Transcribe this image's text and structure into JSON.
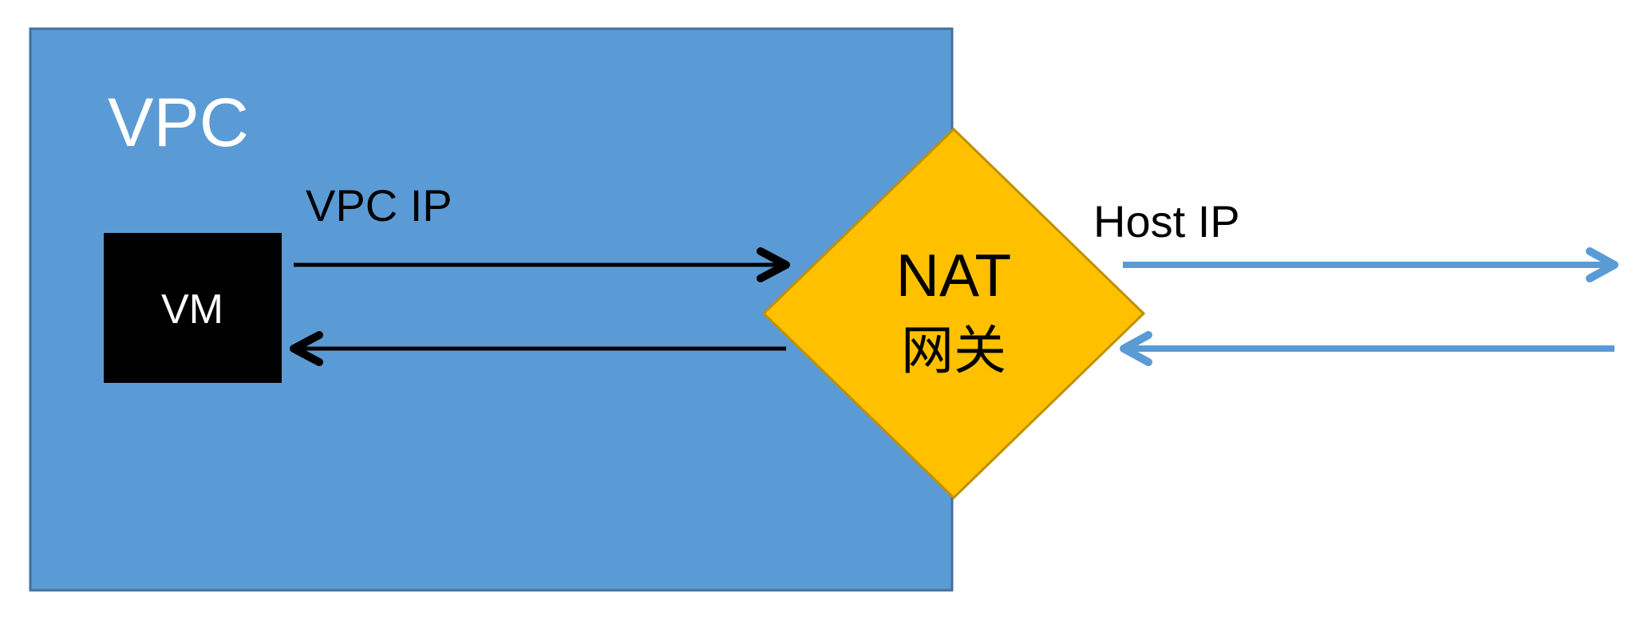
{
  "diagram": {
    "title_hint": "VPC NAT gateway network diagram",
    "vpc_label": "VPC",
    "vm_label": "VM",
    "vpc_ip_label": "VPC IP",
    "host_ip_label": "Host IP",
    "nat_label_line1": "NAT",
    "nat_label_line2": "网关"
  },
  "colors": {
    "background": "#FFFFFF",
    "vpc_fill": "#5B9BD5",
    "vpc_border": "#41719C",
    "vpc_text": "#FFFFFF",
    "vm_fill": "#000000",
    "vm_text": "#FFFFFF",
    "nat_fill": "#FFC000",
    "nat_border": "#BF9000",
    "nat_text": "#000000",
    "black_arrow": "#000000",
    "blue_arrow": "#5B9BD5",
    "label_text": "#000000"
  }
}
